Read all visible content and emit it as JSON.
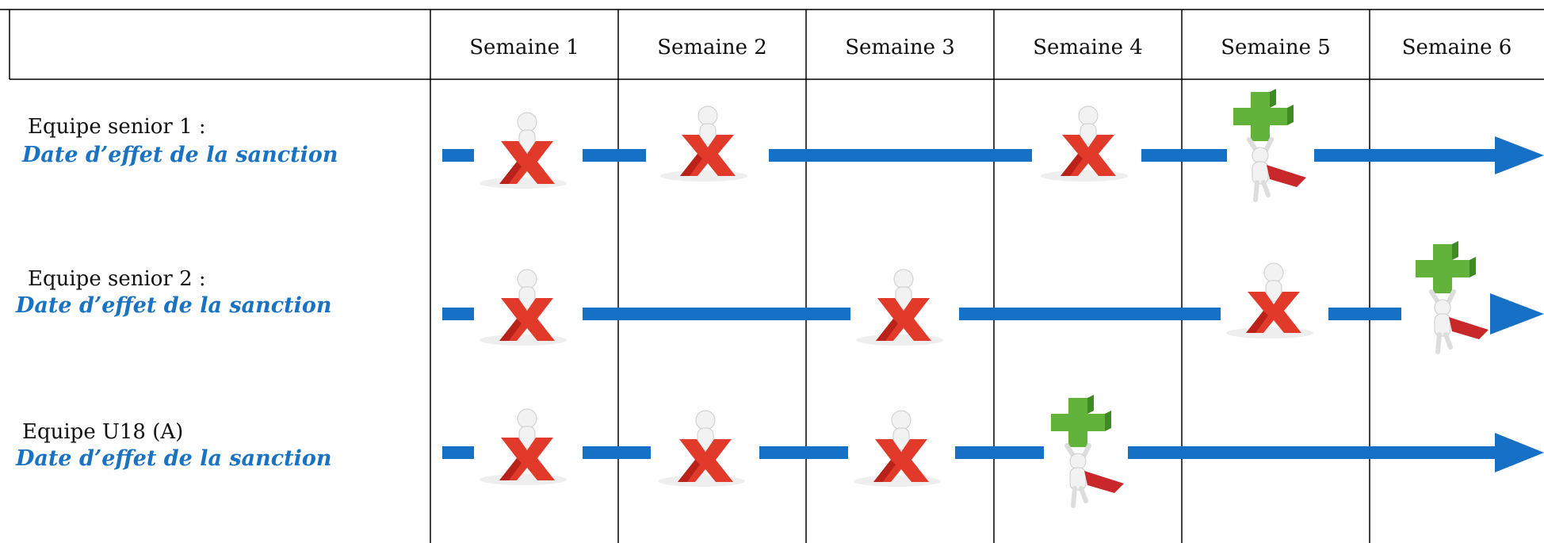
{
  "colors": {
    "line": "#1570c6",
    "cross_red": "#e23a2a",
    "plus_green": "#62b33b",
    "cape_red": "#c9282a",
    "person_white": "#f2f2f2",
    "grid": "#000000",
    "subtitle_blue": "#1a73c2"
  },
  "weeks": [
    "Semaine 1",
    "Semaine 2",
    "Semaine 3",
    "Semaine 4",
    "Semaine 5",
    "Semaine 6"
  ],
  "teams": [
    {
      "name": "Equipe senior 1 :",
      "subtitle": "Date d’effet de la sanction",
      "markers": [
        "red-cross",
        "red-cross",
        "none",
        "red-cross",
        "green-plus",
        "none"
      ]
    },
    {
      "name": "Equipe senior 2 :",
      "subtitle": "Date d’effet de la sanction",
      "markers": [
        "red-cross",
        "none",
        "red-cross",
        "none",
        "red-cross",
        "green-plus"
      ]
    },
    {
      "name": "Equipe U18 (A)",
      "subtitle": "Date d’effet de la sanction",
      "markers": [
        "red-cross",
        "red-cross",
        "red-cross",
        "green-plus",
        "none",
        "none"
      ]
    }
  ]
}
